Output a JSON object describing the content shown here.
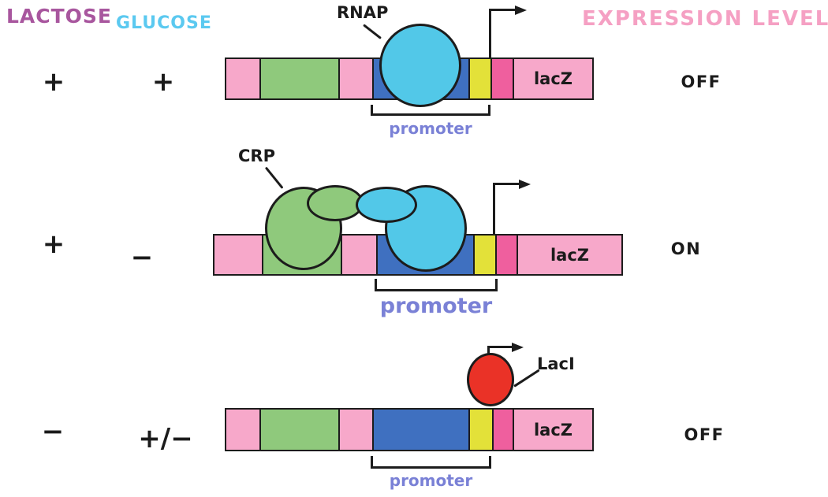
{
  "headers": {
    "lactose": "LACTOSE",
    "glucose": "GLUCOSE",
    "expression": "EXPRESSION LEVEL"
  },
  "rows": [
    {
      "lactose": "+",
      "glucose": "+",
      "expression": "OFF",
      "protein_label": "RNAP",
      "gene_label": "lacZ",
      "promoter_label": "promoter"
    },
    {
      "lactose": "+",
      "glucose": "−",
      "expression": "ON",
      "protein_label": "CRP",
      "gene_label": "lacZ",
      "promoter_label": "promoter"
    },
    {
      "lactose": "−",
      "glucose": "+/−",
      "expression": "OFF",
      "protein_label": "LacI",
      "gene_label": "lacZ",
      "promoter_label": "promoter"
    }
  ],
  "colors": {
    "lactose_header": "#a8569e",
    "glucose_header": "#5bc9f0",
    "expression_header": "#f5a0c3",
    "dna_pink": "#f7a8ca",
    "cap_site_green": "#8fc97c",
    "promoter_blue": "#3f70c0",
    "promoter_yellow": "#e3e139",
    "operator_magenta": "#ef5f9e",
    "rnap_cyan": "#52c8e8",
    "laci_red": "#ea3227",
    "promoter_text": "#7a81d6",
    "outline": "#1c1c1c"
  }
}
